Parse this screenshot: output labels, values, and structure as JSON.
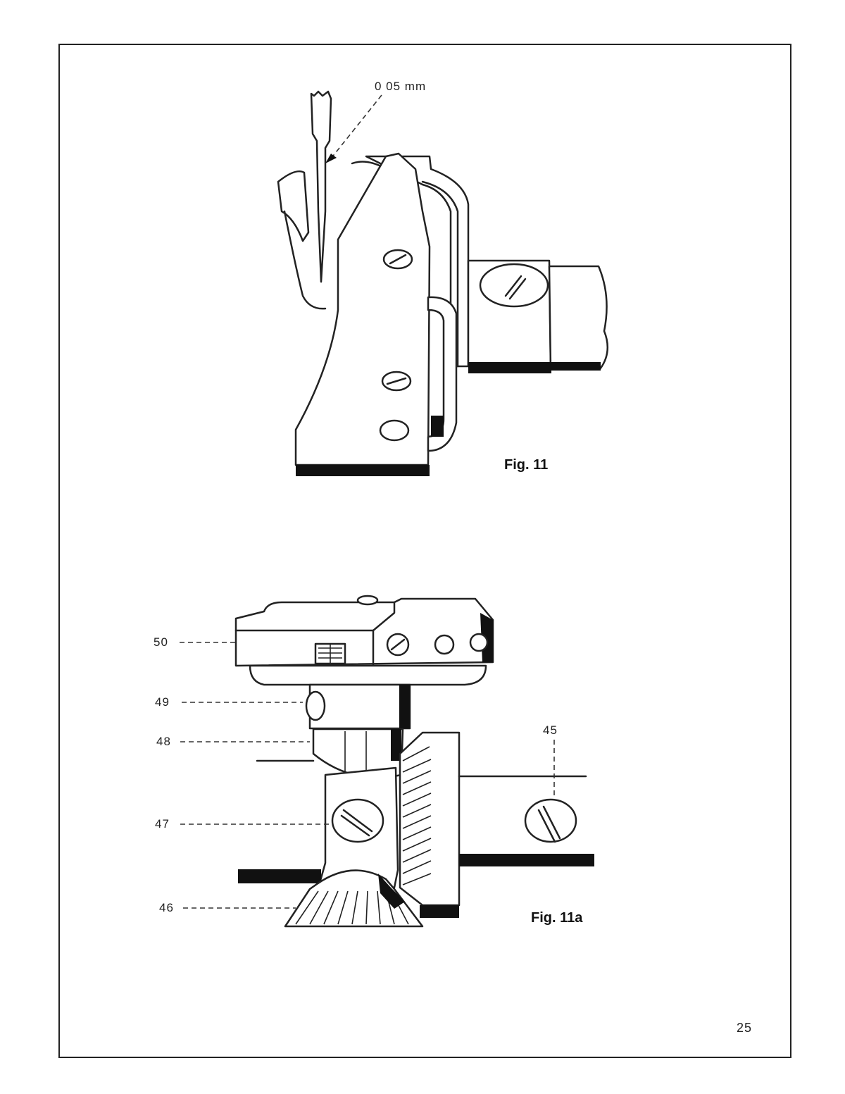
{
  "figure_11": {
    "caption": "Fig. 11",
    "clearance_label": "0 05 mm"
  },
  "figure_11a": {
    "caption": "Fig. 11a",
    "callouts": [
      "50",
      "49",
      "48",
      "47",
      "46",
      "45"
    ]
  },
  "page_number": "25",
  "colors": {
    "ink": "#111111",
    "paper": "#ffffff"
  }
}
